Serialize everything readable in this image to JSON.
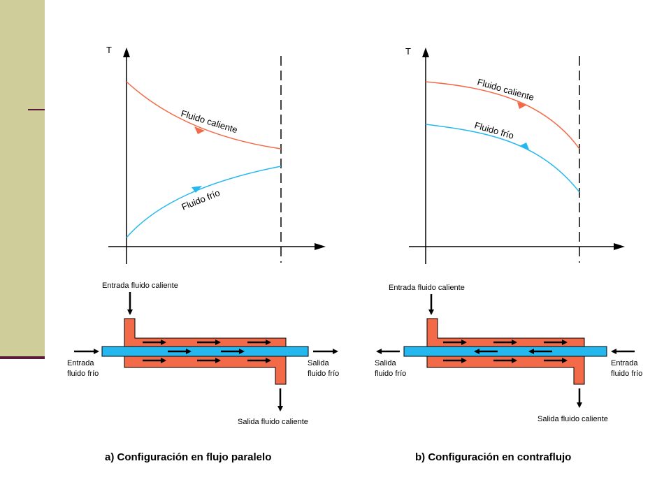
{
  "panels": [
    {
      "id": "parallel",
      "axis_label": "T",
      "hot_label": "Fluido caliente",
      "cold_label": "Fluido frío",
      "hot_inlet": "Entrada fluido caliente",
      "hot_outlet": "Salida fluido caliente",
      "cold_inlet": "Entrada fluido frío",
      "cold_outlet": "Salida fluido frío",
      "caption": "a) Configuración en flujo paralelo"
    },
    {
      "id": "counterflow",
      "axis_label": "T",
      "hot_label": "Fluido caliente",
      "cold_label": "Fluido frío",
      "hot_inlet": "Entrada fluido caliente",
      "hot_outlet": "Salida fluido caliente",
      "cold_inlet": "Entrada fluido frío",
      "cold_outlet": "Salida fluido frío",
      "caption": "b) Configuración en contraflujo"
    }
  ],
  "colors": {
    "hot": "#f26a48",
    "cold": "#25b8ee",
    "axis": "#000000",
    "sidebar": "#cfcd9a"
  }
}
